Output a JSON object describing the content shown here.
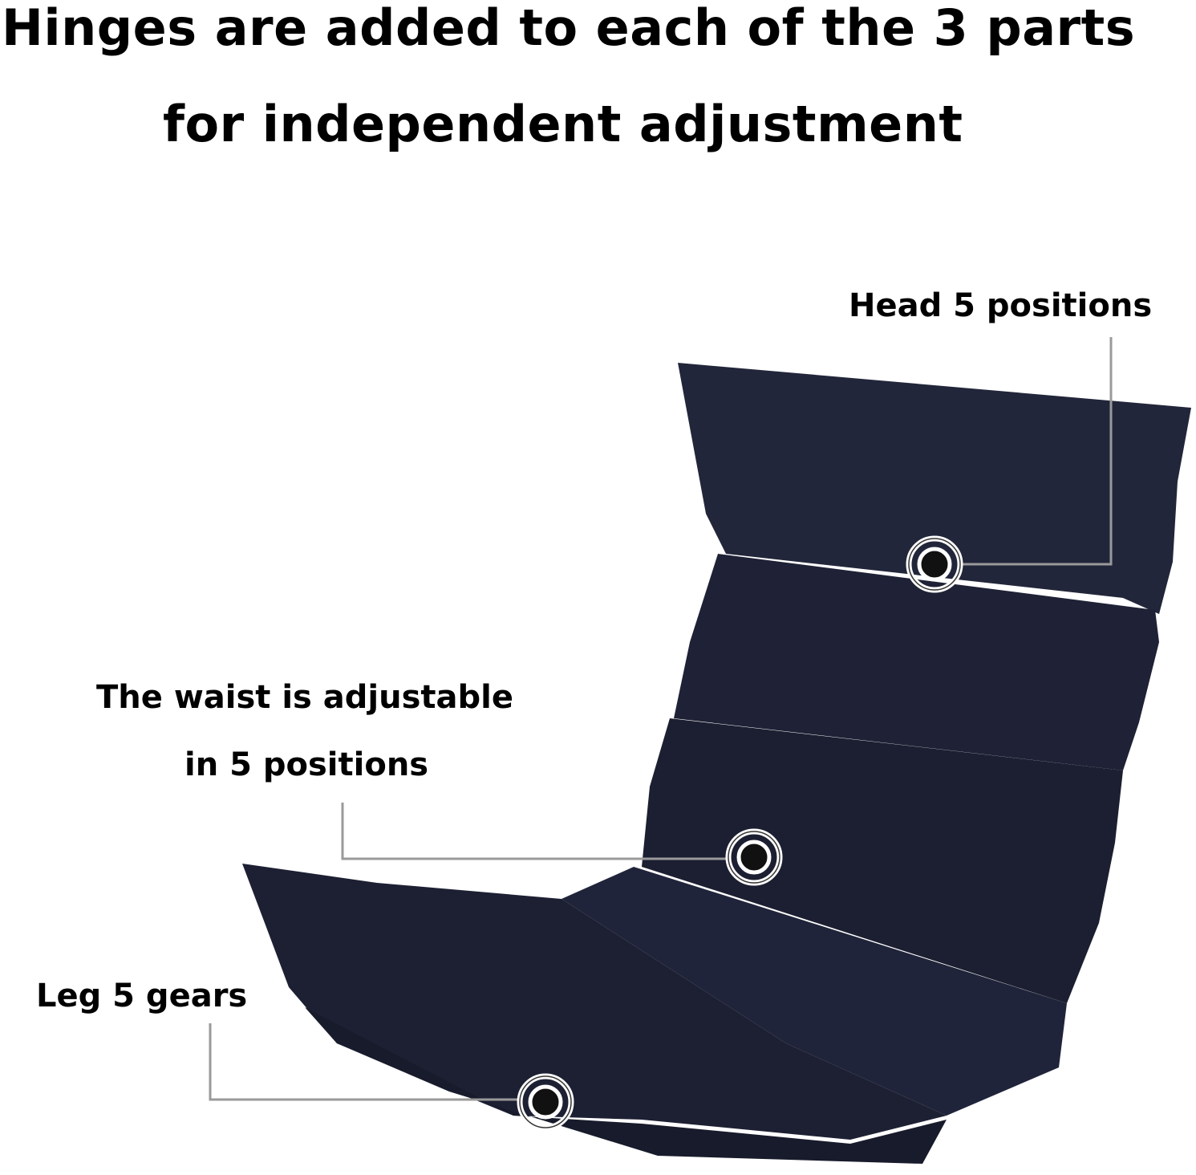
{
  "title": {
    "line1": "Hinges are added to each of the 3 parts",
    "line2": "for independent adjustment"
  },
  "callouts": {
    "head": "Head 5 positions",
    "waist_line1": "The waist is adjustable",
    "waist_line2": "in 5 positions",
    "leg": "Leg 5 gears"
  },
  "colors": {
    "fabric": "#1e2133",
    "leader_line": "#9a9a9a"
  }
}
